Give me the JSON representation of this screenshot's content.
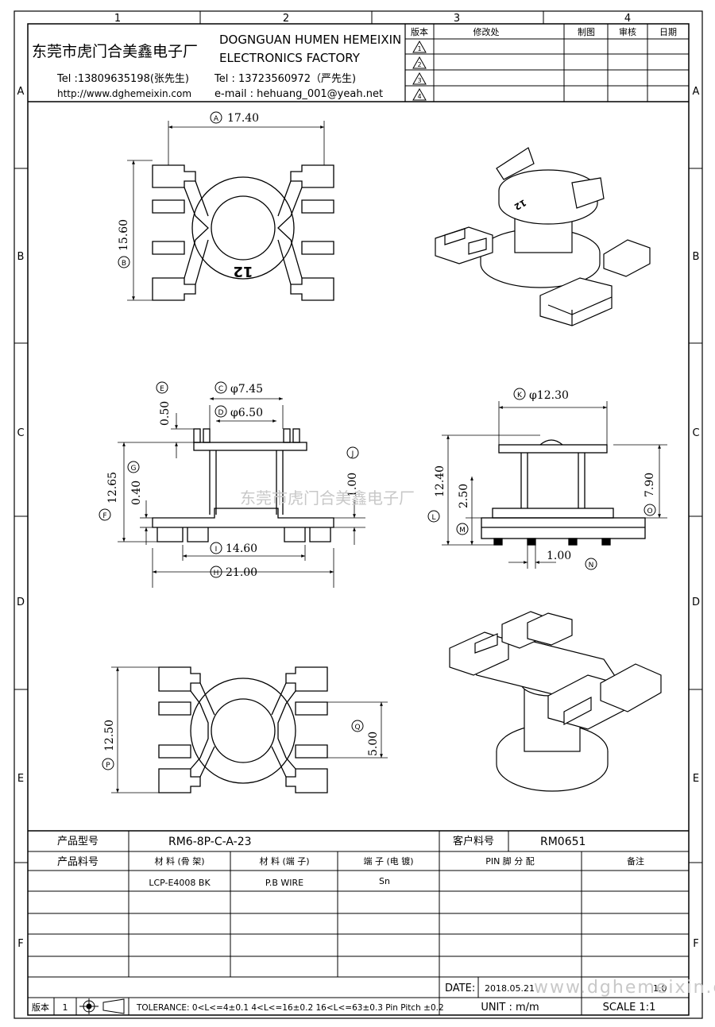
{
  "grid": {
    "columns": [
      "1",
      "2",
      "3",
      "4"
    ],
    "rows": [
      "A",
      "B",
      "C",
      "D",
      "E",
      "F"
    ]
  },
  "header": {
    "company_cn": "东莞市虎门合美鑫电子厂",
    "company_en_line1": "DOGNGUAN HUMEN HEMEIXIN",
    "company_en_line2": "ELECTRONICS FACTORY",
    "tel1": "Tel :13809635198(张先生)",
    "tel2": "Tel : 13723560972（严先生)",
    "website": "http://www.dghemeixin.com",
    "email": "e-mail : hehuang_001@yeah.net"
  },
  "revision_table": {
    "headers": [
      "版本",
      "修改处",
      "制图",
      "审核",
      "日期"
    ],
    "rows": [
      "1",
      "2",
      "3",
      "4"
    ]
  },
  "dimensions": {
    "A": "A",
    "A_val": "17.40",
    "B": "B",
    "B_val": "15.60",
    "C": "C",
    "C_val": "φ7.45",
    "D": "D",
    "D_val": "φ6.50",
    "E": "E",
    "E_val": "0.50",
    "F": "F",
    "F_val": "12.65",
    "G": "G",
    "G_val": "0.40",
    "H": "H",
    "H_val": "21.00",
    "I": "I",
    "I_val": "14.60",
    "J": "J",
    "J_val": "1.00",
    "K": "K",
    "K_val": "φ12.30",
    "L": "L",
    "L_val": "12.40",
    "M": "M",
    "M_val": "2.50",
    "N": "N",
    "N_val": "1.00",
    "O": "O",
    "O_val": "7.90",
    "P": "P",
    "P_val": "12.50",
    "Q": "Q",
    "Q_val": "5.00"
  },
  "bobbin_marking": "12",
  "watermark": "东莞市虎门合美鑫电子厂",
  "watermark_url": "www.dghemeixin.com",
  "bottom_table": {
    "product_model_label": "产品型号",
    "product_model_value": "RM6-8P-C-A-23",
    "customer_part_label": "客户料号",
    "customer_part_value": "RM0651",
    "product_part_label": "产品料号",
    "material_frame_label": "材 料 (骨 架)",
    "material_pin_label": "材 料 (端 子)",
    "plating_label": "端 子 (电 镀)",
    "pin_assign_label": "PIN 脚 分 配",
    "remark_label": "备注",
    "material_frame_value": "LCP-E4008 BK",
    "material_pin_value": "P.B WIRE",
    "plating_value": "Sn",
    "date_label": "DATE:",
    "date_value": "2018.05.21",
    "version_label": "版本",
    "version_value": "1",
    "tolerance": "TOLERANCE:  0<L<=4±0.1  4<L<=16±0.2  16<L<=63±0.3  Pin Pitch  ±0.2",
    "unit_label": "UNIT : m/m",
    "scale_label": "SCALE   1:1",
    "page_label": "1.0"
  }
}
